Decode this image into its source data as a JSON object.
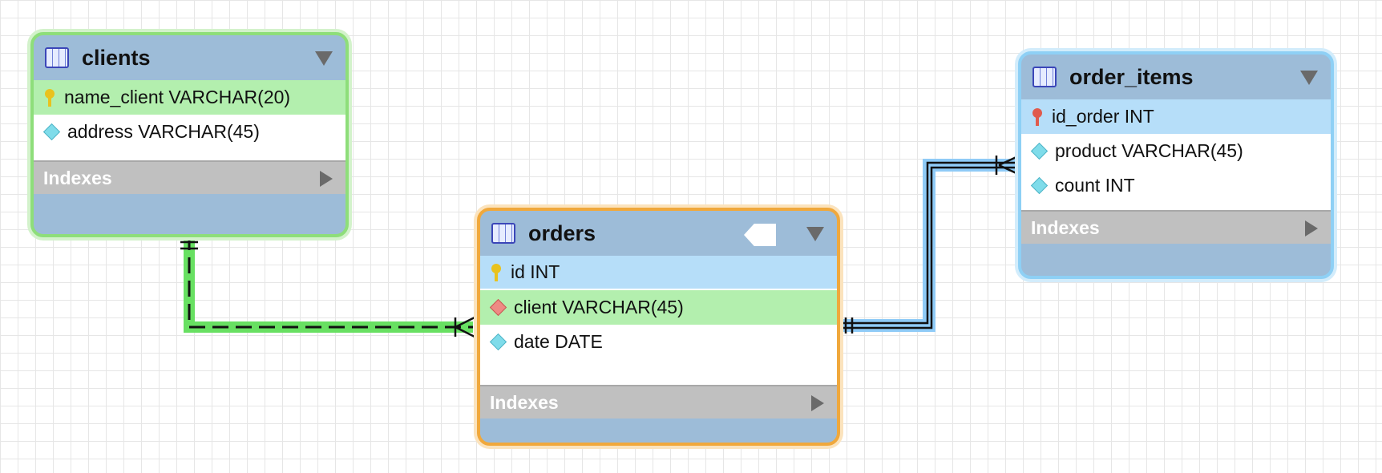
{
  "diagram": {
    "tables": [
      {
        "name": "clients",
        "fields": [
          {
            "text": "name_client VARCHAR(20)",
            "icon": "primary-key-icon"
          },
          {
            "text": "address VARCHAR(45)",
            "icon": "column-icon"
          }
        ],
        "indexes_label": "Indexes"
      },
      {
        "name": "orders",
        "fields": [
          {
            "text": "id INT",
            "icon": "primary-key-icon"
          },
          {
            "text": "client VARCHAR(45)",
            "icon": "foreign-key-column-icon"
          },
          {
            "text": "date DATE",
            "icon": "column-icon"
          }
        ],
        "indexes_label": "Indexes"
      },
      {
        "name": "order_items",
        "fields": [
          {
            "text": "id_order INT",
            "icon": "foreign-primary-key-icon"
          },
          {
            "text": "product VARCHAR(45)",
            "icon": "column-icon"
          },
          {
            "text": "count INT",
            "icon": "column-icon"
          }
        ],
        "indexes_label": "Indexes"
      }
    ],
    "relationships": [
      {
        "from": "clients",
        "to": "orders",
        "cardinality": "one-to-many",
        "style": "dashed",
        "color": "#5fe05a"
      },
      {
        "from": "orders",
        "to": "order_items",
        "cardinality": "one-to-many",
        "style": "solid",
        "color": "#8fcbf7"
      }
    ]
  }
}
